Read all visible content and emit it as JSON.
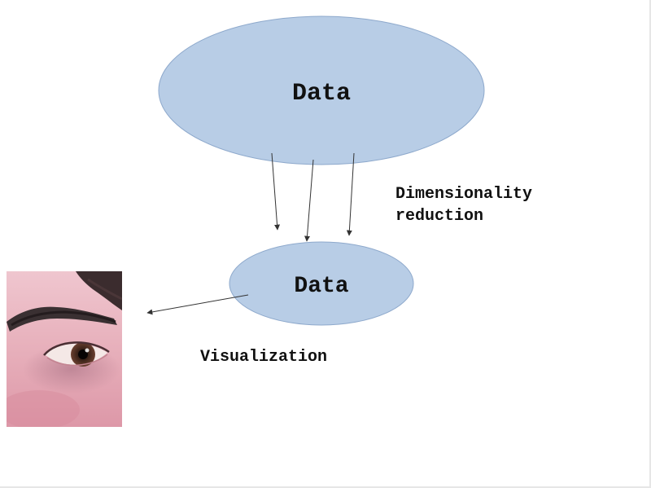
{
  "diagram": {
    "top_node": {
      "label": "Data"
    },
    "bottom_node": {
      "label": "Data"
    },
    "reduction_caption": {
      "line1": "Dimensionality",
      "line2": "reduction"
    },
    "visualization_caption": "Visualization",
    "colors": {
      "node_fill": "#b8cde6",
      "node_stroke": "#8ea9cc",
      "arrow": "#333333",
      "skin": "#e5a9b3",
      "brow": "#3a3032"
    },
    "photo_subject": "close-up-eye-photo"
  }
}
